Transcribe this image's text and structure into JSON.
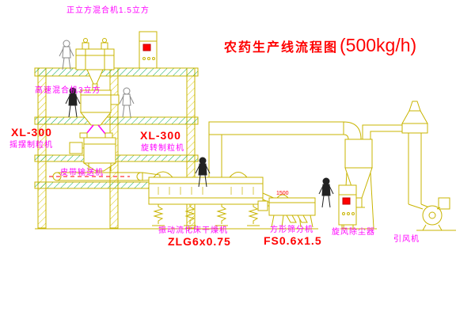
{
  "title": {
    "text": "农药生产线流程图",
    "capacity": "(500kg/h)"
  },
  "equipment_labels": {
    "cube_mixer": "正立方混合机1.5立方",
    "high_speed_mixer": "高速混合机3立方",
    "granulator_left_model": "XL-300",
    "granulator_left_name": "摇摆制粒机",
    "granulator_mid_model": "XL-300",
    "granulator_mid_name": "旋转制粒机",
    "belt_conveyor": "皮带输送机",
    "fluid_bed_dryer": "振动流化床干燥机",
    "fluid_bed_dryer_model": "ZLG6x0.75",
    "square_sieve": "方形筛分机",
    "square_sieve_model": "FS0.6x1.5",
    "cyclone": "旋风除尘器",
    "induced_draft_fan": "引风机"
  },
  "annotations": {
    "sieve_dim": "1500"
  },
  "colors": {
    "line_yellow": "#c8b400",
    "hatch_green": "#00a550",
    "label_magenta": "#ff00ff",
    "label_red": "#ff0000",
    "background": "#ffffff"
  }
}
